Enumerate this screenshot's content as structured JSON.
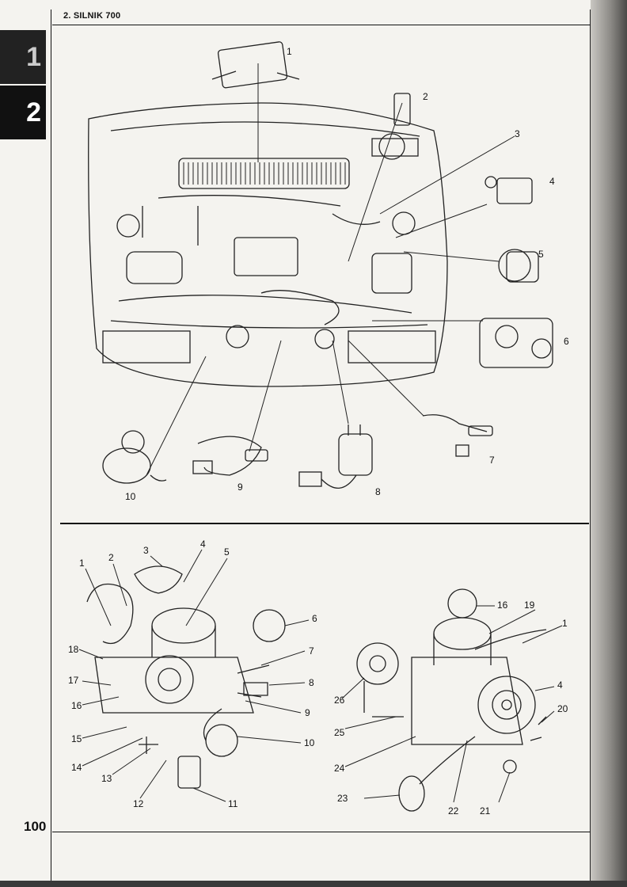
{
  "header": {
    "chapter": "2. SILNIK 700"
  },
  "tabs": [
    "1",
    "2"
  ],
  "page_number": "100",
  "top_figure": {
    "callouts": [
      "1",
      "2",
      "3",
      "4",
      "5",
      "6",
      "7",
      "8",
      "9",
      "10"
    ]
  },
  "bottom_figure": {
    "left_callouts": [
      "1",
      "2",
      "3",
      "4",
      "5",
      "6",
      "7",
      "8",
      "9",
      "10",
      "11",
      "12",
      "13",
      "14",
      "15",
      "16",
      "17",
      "18"
    ],
    "right_callouts": [
      "1",
      "4",
      "16",
      "19",
      "20",
      "21",
      "22",
      "23",
      "24",
      "25",
      "26"
    ]
  }
}
